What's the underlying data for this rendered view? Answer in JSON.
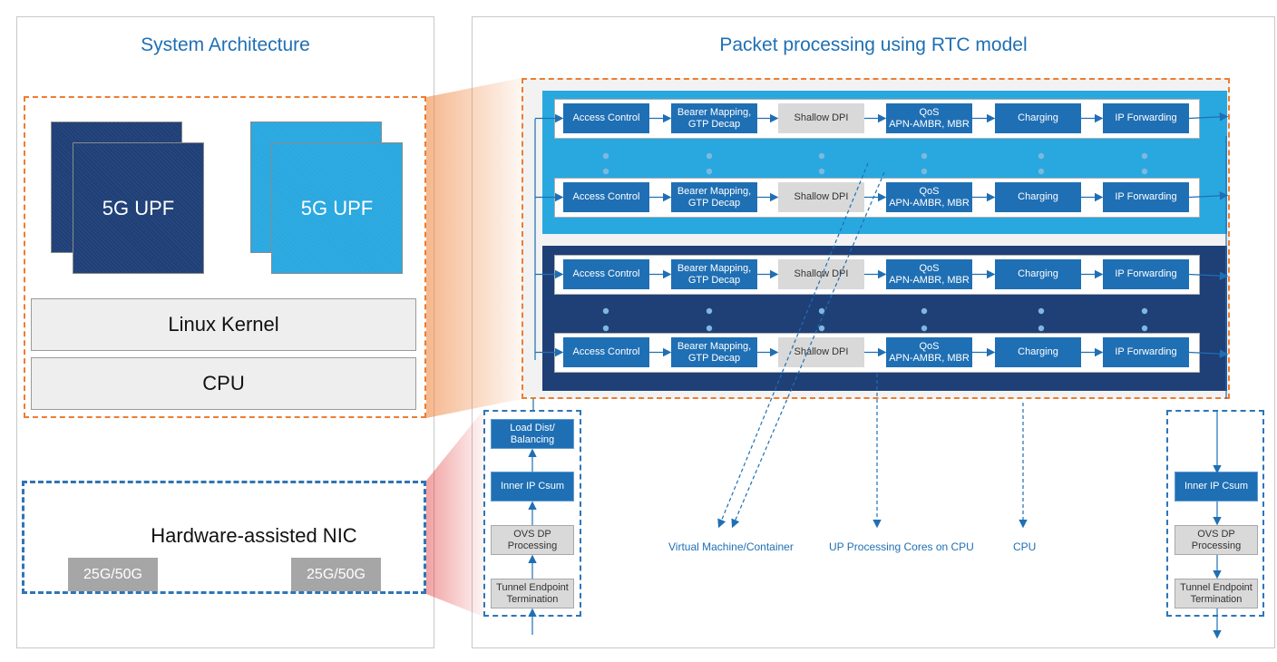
{
  "left_panel": {
    "title": "System Architecture",
    "upf_cards": [
      {
        "label": "5G UPF",
        "color": "#1f3f77"
      },
      {
        "label": "5G UPF",
        "color": "#29a8e0"
      }
    ],
    "linux_kernel": "Linux Kernel",
    "cpu": "CPU",
    "nic": {
      "label": "Hardware-assisted NIC",
      "ports": [
        "25G/50G",
        "25G/50G"
      ]
    }
  },
  "right_panel": {
    "title": "Packet processing using RTC model",
    "pipeline_stages": [
      {
        "label": "Access Control",
        "style": "blue"
      },
      {
        "label": "Bearer Mapping,\nGTP Decap",
        "style": "blue"
      },
      {
        "label": "Shallow DPI",
        "style": "gray"
      },
      {
        "label": "QoS\nAPN-AMBR, MBR",
        "style": "blue"
      },
      {
        "label": "Charging",
        "style": "blue"
      },
      {
        "label": "IP Forwarding",
        "style": "blue"
      }
    ],
    "vm_groups": [
      {
        "color": "#29a8e0"
      },
      {
        "color": "#1f3f77"
      }
    ],
    "ingress_stack": [
      "Load Dist/\nBalancing",
      "Inner IP Csum",
      "OVS DP\nProcessing",
      "Tunnel Endpoint\nTermination"
    ],
    "egress_stack": [
      "Inner IP Csum",
      "OVS DP\nProcessing",
      "Tunnel Endpoint\nTermination"
    ],
    "captions": {
      "vm": "Virtual Machine/Container",
      "cores": "UP Processing Cores on CPU",
      "cpu": "CPU"
    }
  },
  "colors": {
    "accent_blue": "#1f6fb4",
    "orange": "#ed7d31",
    "dash_blue": "#2e75b6"
  }
}
